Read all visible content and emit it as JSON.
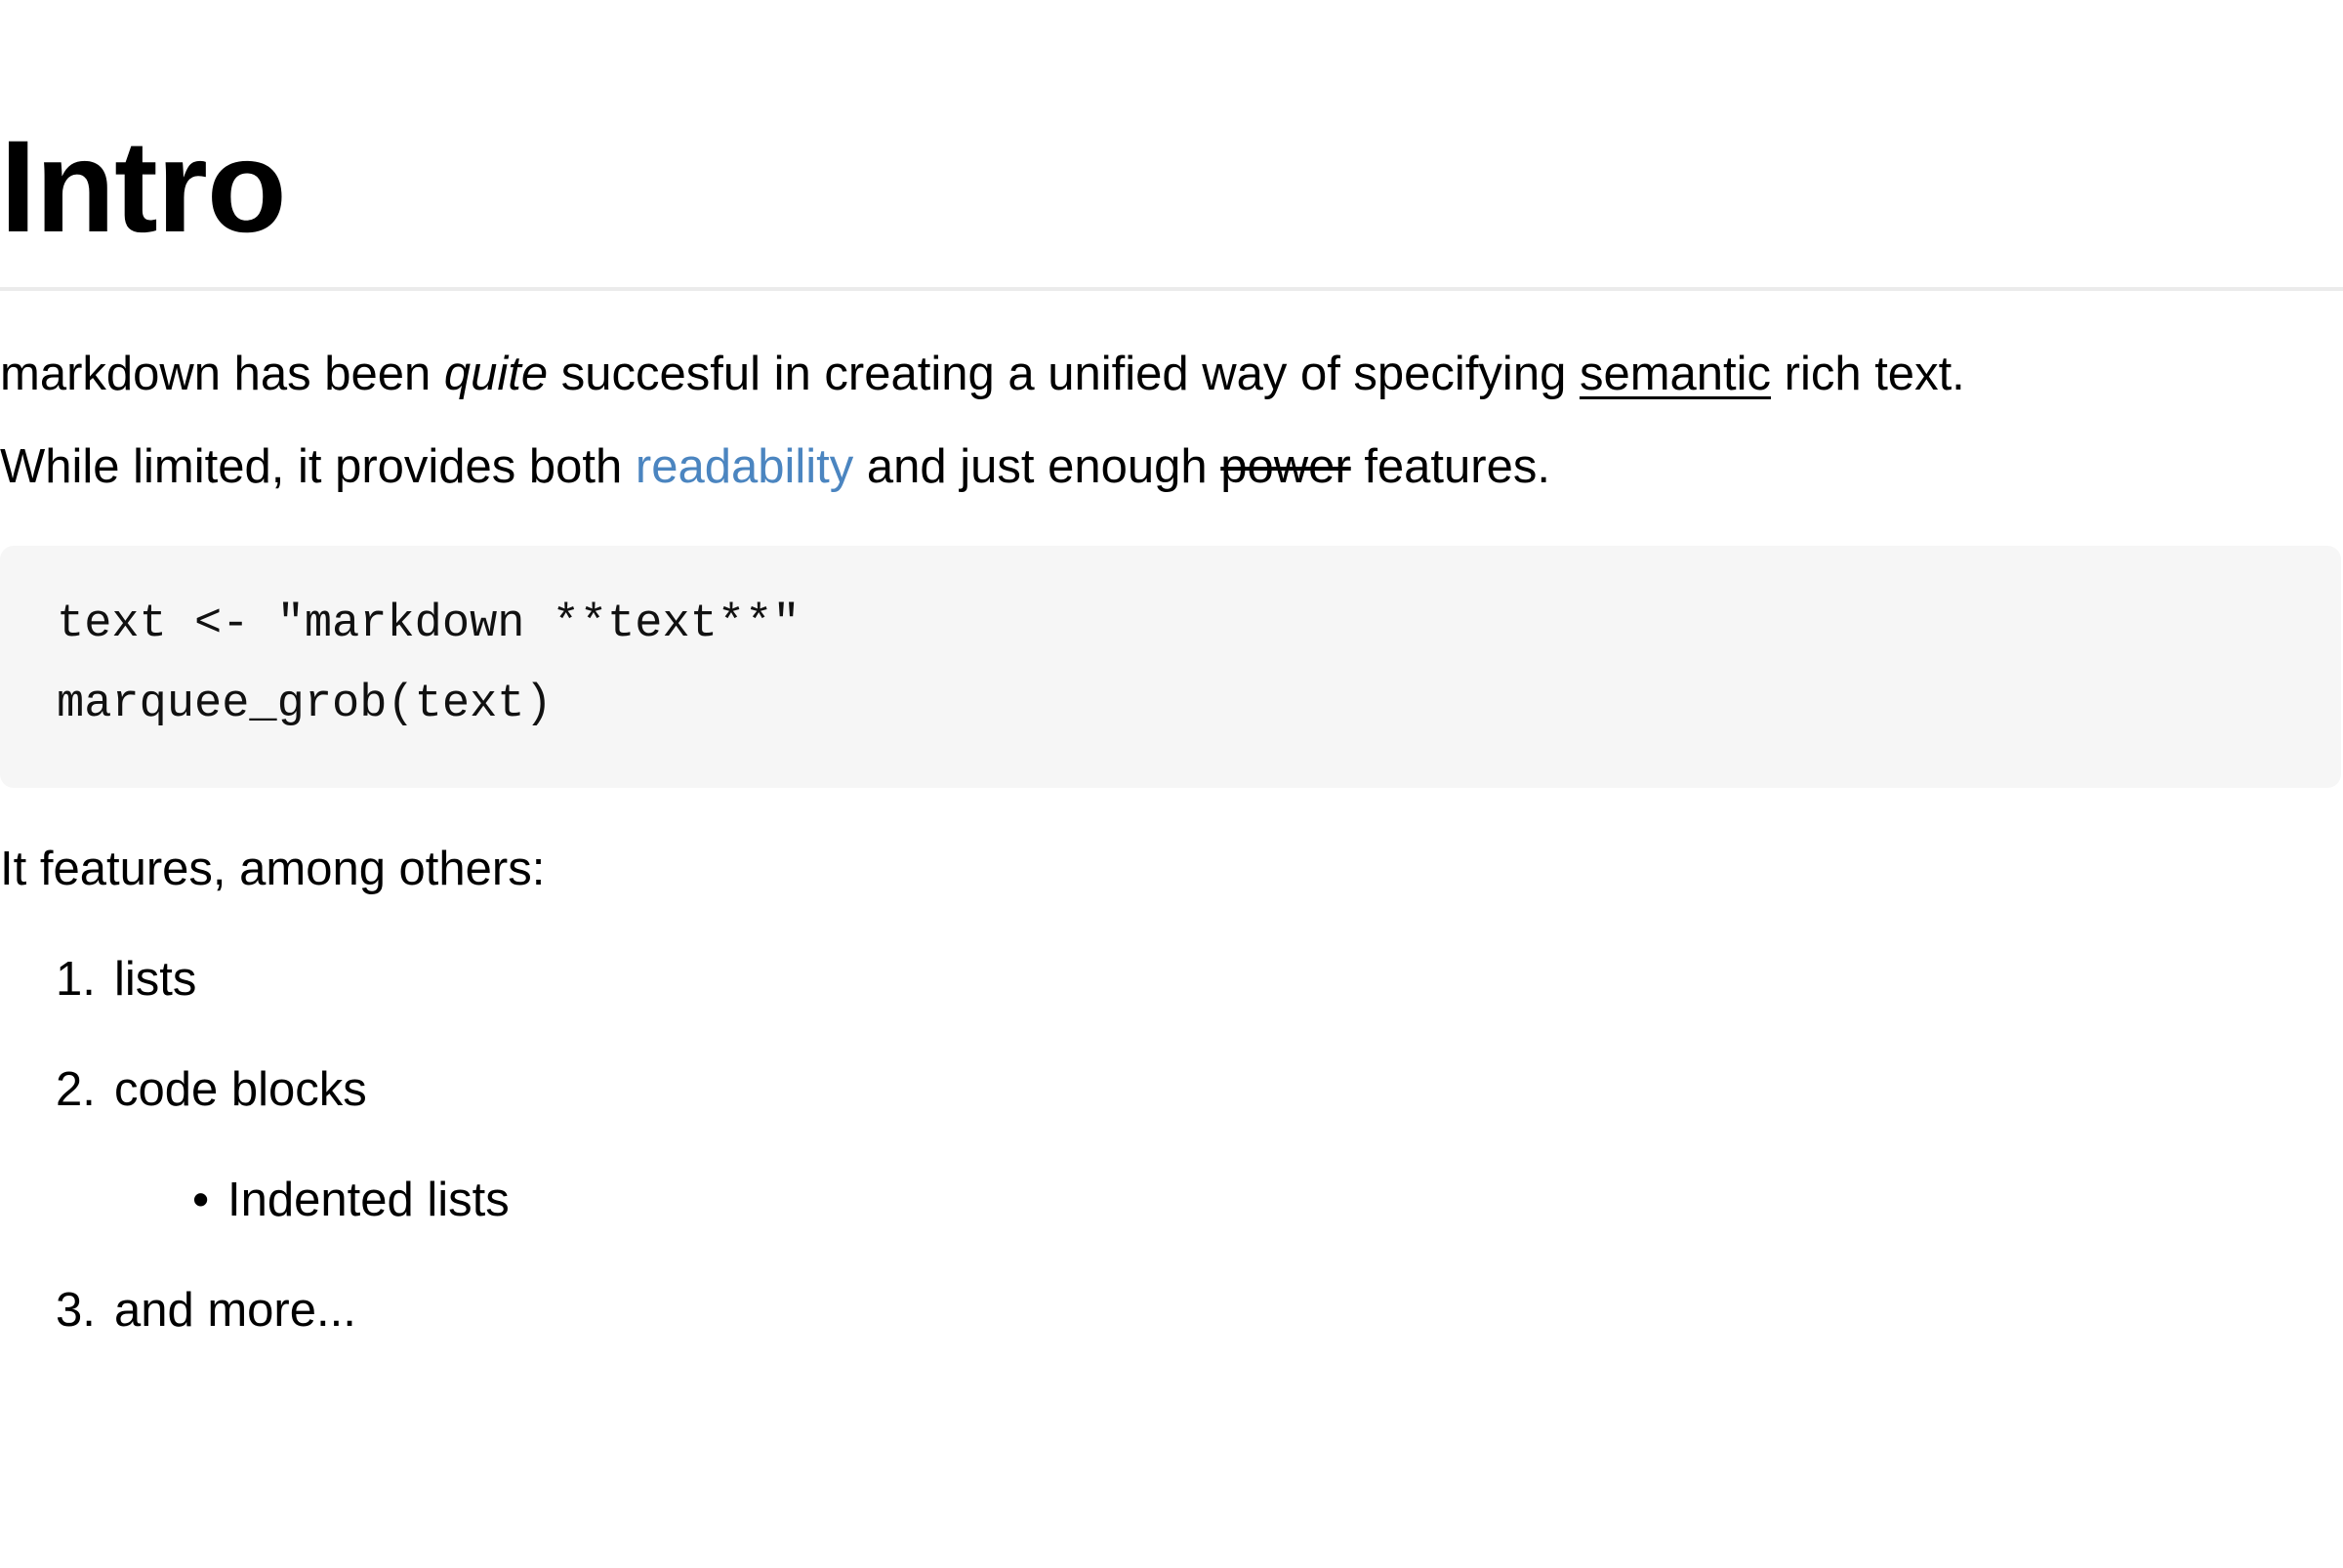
{
  "heading": {
    "text": "Intro"
  },
  "paragraph": {
    "line1": {
      "t1": "markdown has been ",
      "quite": "quite",
      "t2": " succesful in creating a unified way of specifying ",
      "semantic": "semantic",
      "t3": " rich text."
    },
    "line2": {
      "t1": "While limited, it provides both ",
      "readability": "readability",
      "t2": " and just enough ",
      "power": "power",
      "t3": " features."
    }
  },
  "code_block": {
    "line1": "text <- \"markdown **text**\"",
    "line2": "marquee_grob(text)"
  },
  "list_intro": "It features, among others:",
  "list": {
    "item1": {
      "marker": "1.",
      "text": "lists"
    },
    "item2": {
      "marker": "2.",
      "text": "code blocks"
    },
    "nested": {
      "marker": "•",
      "text": "Indented lists"
    },
    "item3": {
      "marker": "3.",
      "text": "and more..."
    }
  },
  "colors": {
    "text": "#000000",
    "link": "#4b85c0",
    "code_bg": "#f6f6f6",
    "rule": "#ebebeb",
    "background": "#ffffff"
  }
}
